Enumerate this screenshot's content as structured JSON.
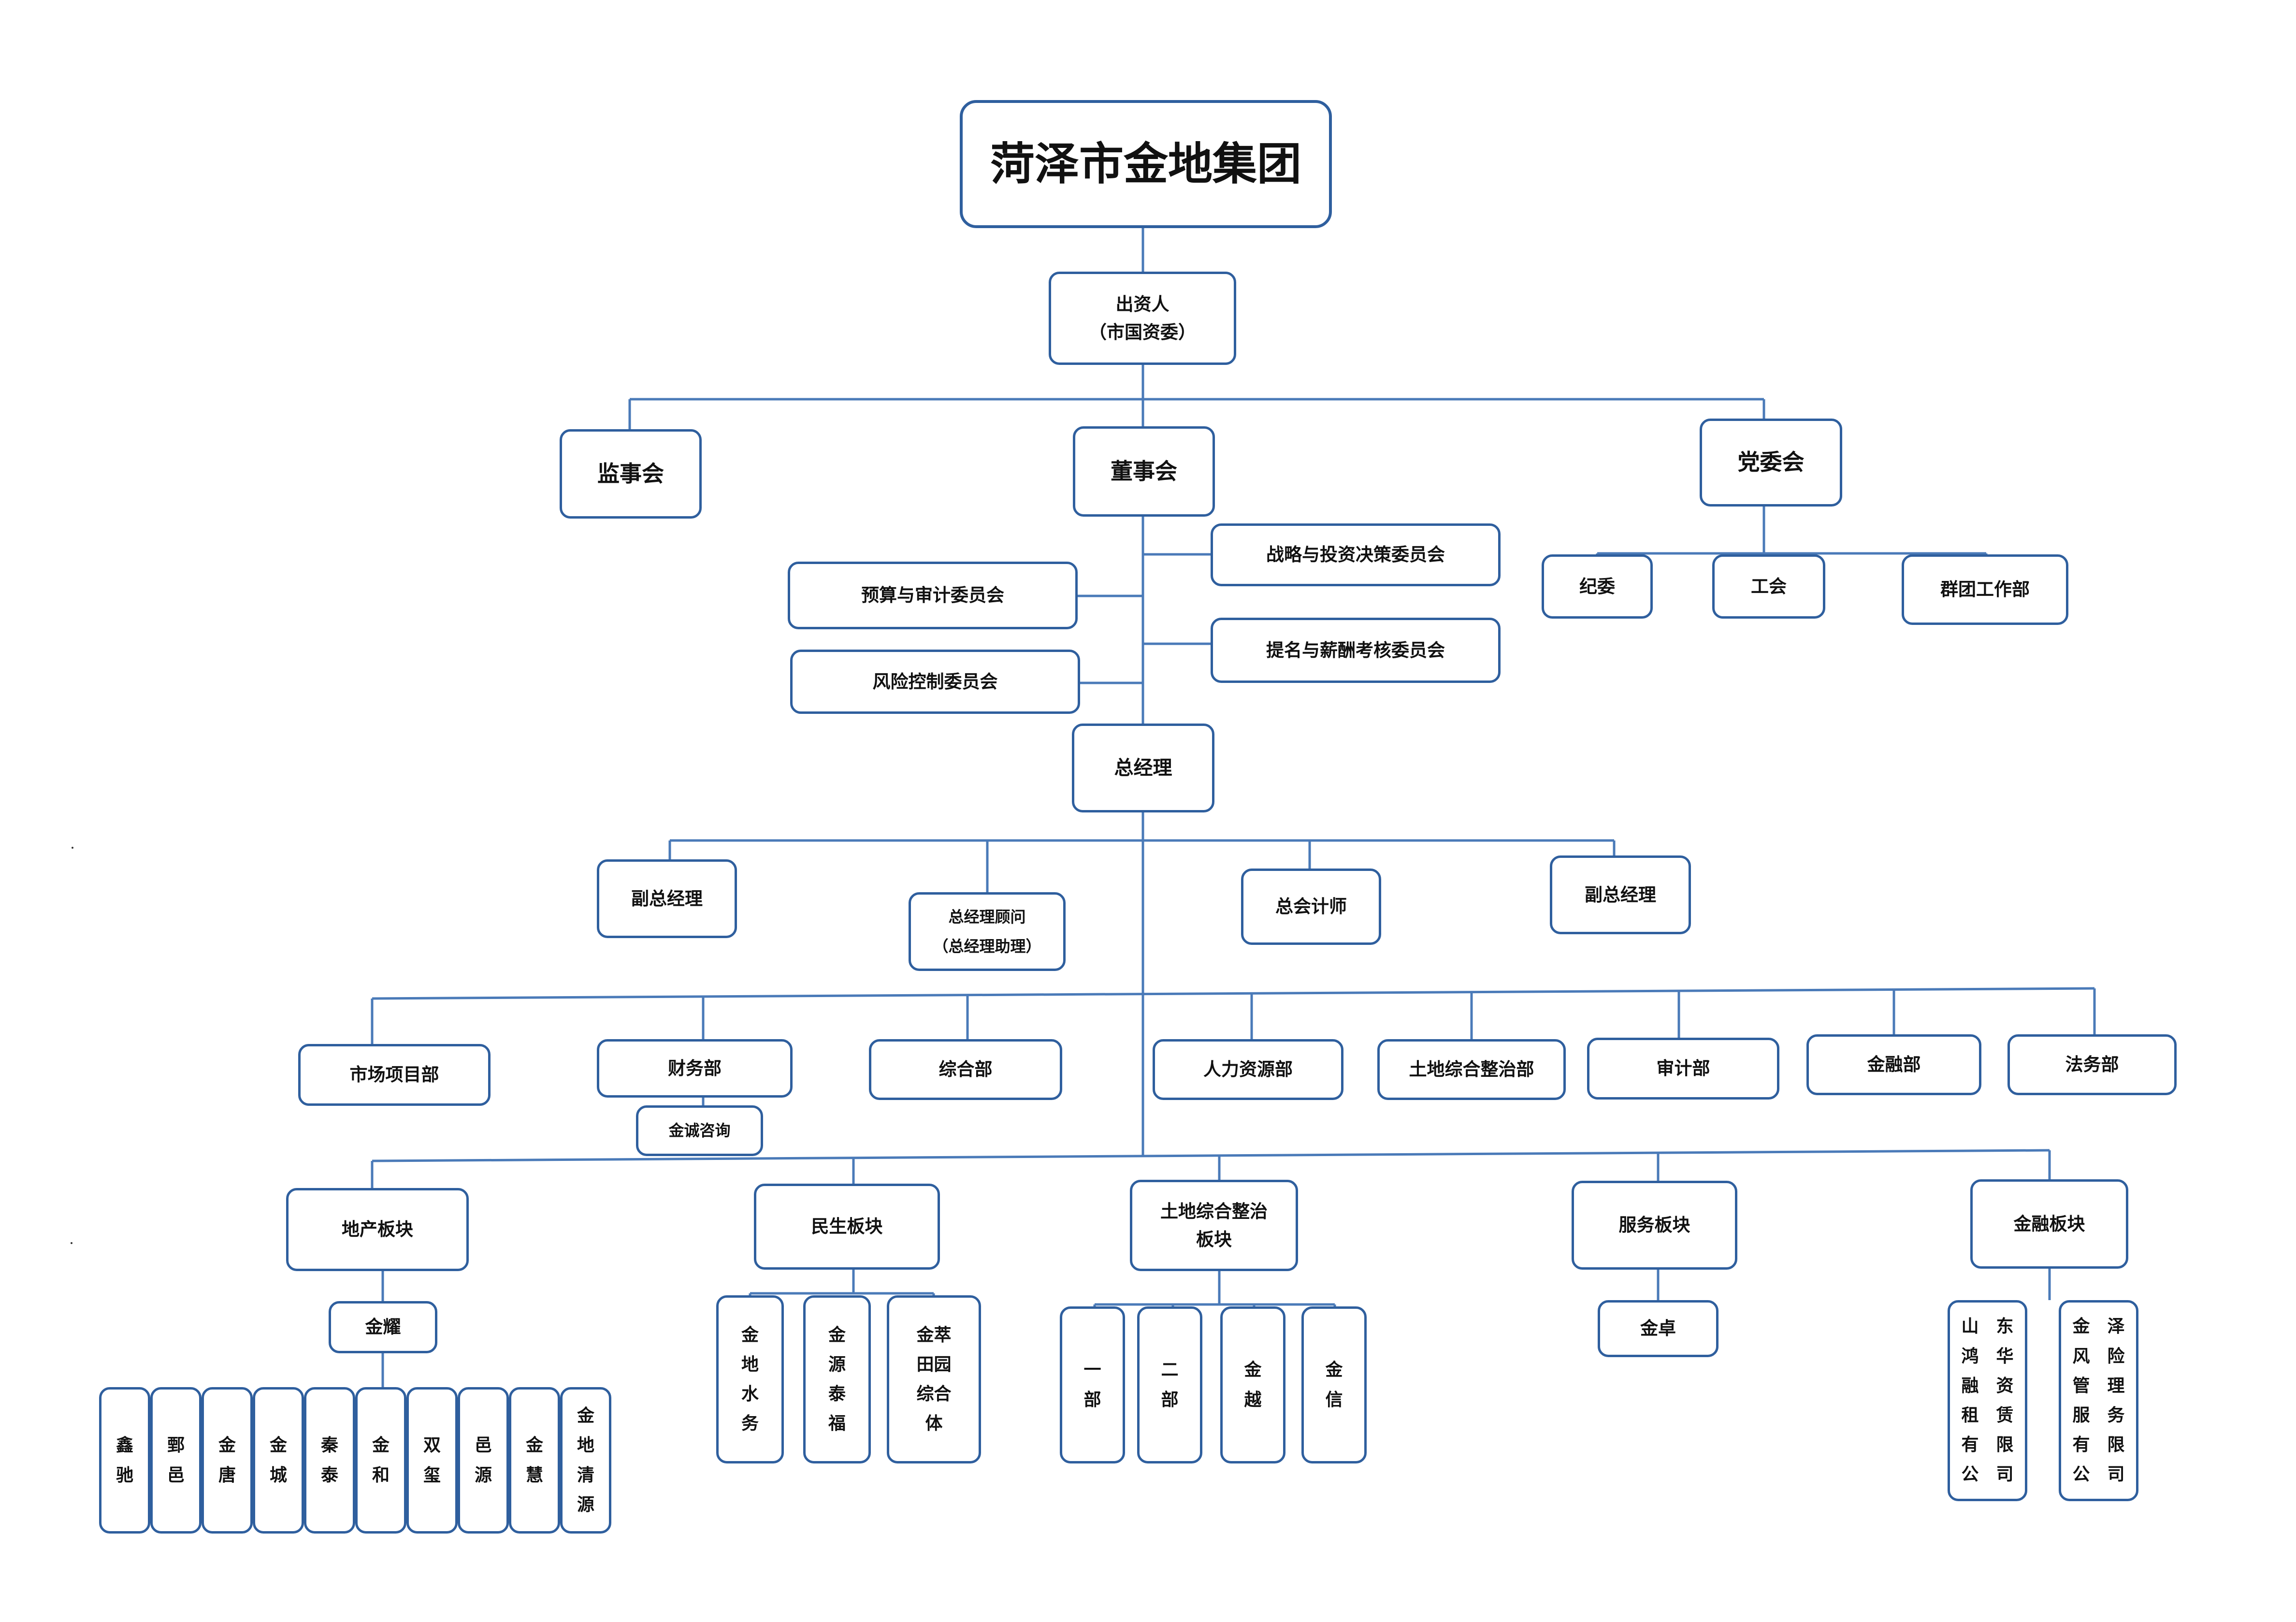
{
  "colors": {
    "line": "#4a7ab8",
    "border": "#2f5f9e",
    "text": "#111111"
  },
  "root": "菏泽市金地集团",
  "investor": {
    "line1": "出资人",
    "line2": "（市国资委）"
  },
  "governance": {
    "supervisory": "监事会",
    "board": "董事会",
    "party": "党委会"
  },
  "party_children": [
    "纪委",
    "工会",
    "群团工作部"
  ],
  "board_committees": {
    "strategy": "战略与投资决策委员会",
    "budget_audit": "预算与审计委员会",
    "nomination": "提名与薪酬考核委员会",
    "risk": "风险控制委员会"
  },
  "general_manager": "总经理",
  "executives": {
    "deputy_gm_1": "副总经理",
    "advisor_line1": "总经理顾问",
    "advisor_line2": "（总经理助理）",
    "chief_accountant": "总会计师",
    "deputy_gm_2": "副总经理"
  },
  "departments": [
    "市场项目部",
    "财务部",
    "综合部",
    "人力资源部",
    "土地综合整治部",
    "审计部",
    "金融部",
    "法务部"
  ],
  "finance_sub": "金诚咨询",
  "sectors": {
    "real_estate": "地产板块",
    "livelihood": "民生板块",
    "land_line1": "土地综合整治",
    "land_line2": "板块",
    "service": "服务板块",
    "finance": "金融板块"
  },
  "real_estate_mid": "金耀",
  "real_estate_companies": [
    "鑫\n驰",
    "鄄\n邑",
    "金\n唐",
    "金\n城",
    "秦\n泰",
    "金\n和",
    "双\n玺",
    "邑\n源",
    "金\n慧",
    "金\n地\n清\n源"
  ],
  "livelihood_companies": [
    "金\n地\n水\n务",
    "金\n源\n泰\n福",
    "金萃\n田园\n综合\n体"
  ],
  "land_companies": [
    "一\n部",
    "二\n部",
    "金\n越",
    "金\n信"
  ],
  "service_company": "金卓",
  "finance_companies": [
    "山　东\n鸿　华\n融　资\n租　赁\n有　限\n公　司",
    "金　泽\n风　险\n管　理\n服　务\n有　限\n公　司"
  ]
}
